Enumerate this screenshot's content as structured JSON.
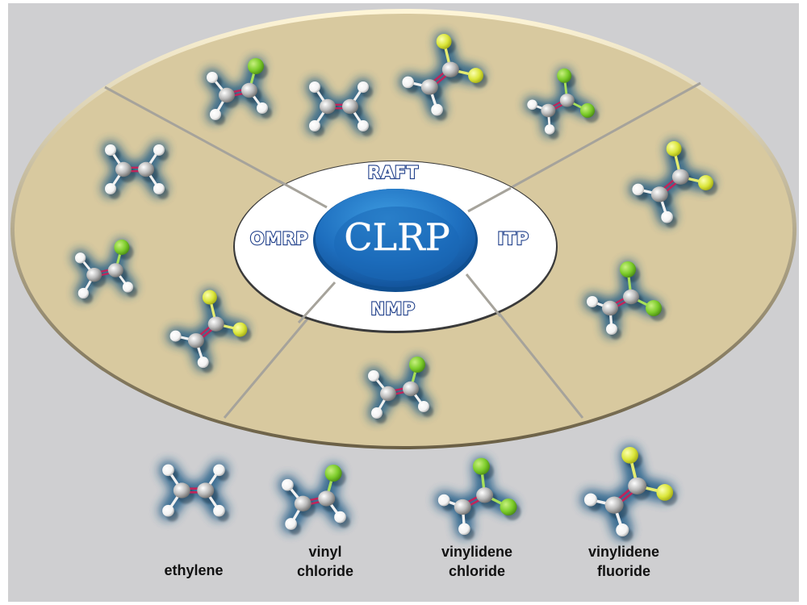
{
  "diagram": {
    "core": {
      "label": "CLRP",
      "color": "#1e6fbf"
    },
    "methods": [
      {
        "id": "raft",
        "label": "RAFT",
        "position": "top"
      },
      {
        "id": "itp",
        "label": "ITP",
        "position": "right"
      },
      {
        "id": "nmp",
        "label": "NMP",
        "position": "bottom"
      },
      {
        "id": "omrp",
        "label": "OMRP",
        "position": "left"
      }
    ],
    "sectors": [
      {
        "method": "RAFT",
        "monomers": [
          "vinyl_chloride",
          "ethylene",
          "vinylidene_fluoride",
          "vinylidene_chloride"
        ]
      },
      {
        "method": "ITP",
        "monomers": [
          "vinylidene_fluoride",
          "vinylidene_chloride"
        ]
      },
      {
        "method": "NMP",
        "monomers": [
          "vinyl_chloride"
        ]
      },
      {
        "method": "OMRP",
        "monomers": [
          "ethylene",
          "vinyl_chloride",
          "vinylidene_fluoride"
        ]
      }
    ],
    "colors": {
      "background": "#cfcfd1",
      "ring": "#d8c99f",
      "inner": "#ffffff",
      "carbon": "#bfbfbf",
      "hydrogen": "#ffffff",
      "chlorine": "#7ccc2a",
      "fluorine": "#dbe63a",
      "double_bond": "#c0245a",
      "glow": "#1f5a86",
      "method_text": "#1f3f8a"
    }
  },
  "legend": [
    {
      "id": "ethylene",
      "line1": "ethylene",
      "line2": ""
    },
    {
      "id": "vinyl_chloride",
      "line1": "vinyl",
      "line2": "chloride"
    },
    {
      "id": "vinylidene_chloride",
      "line1": "vinylidene",
      "line2": "chloride"
    },
    {
      "id": "vinylidene_fluoride",
      "line1": "vinylidene",
      "line2": "fluoride"
    }
  ]
}
